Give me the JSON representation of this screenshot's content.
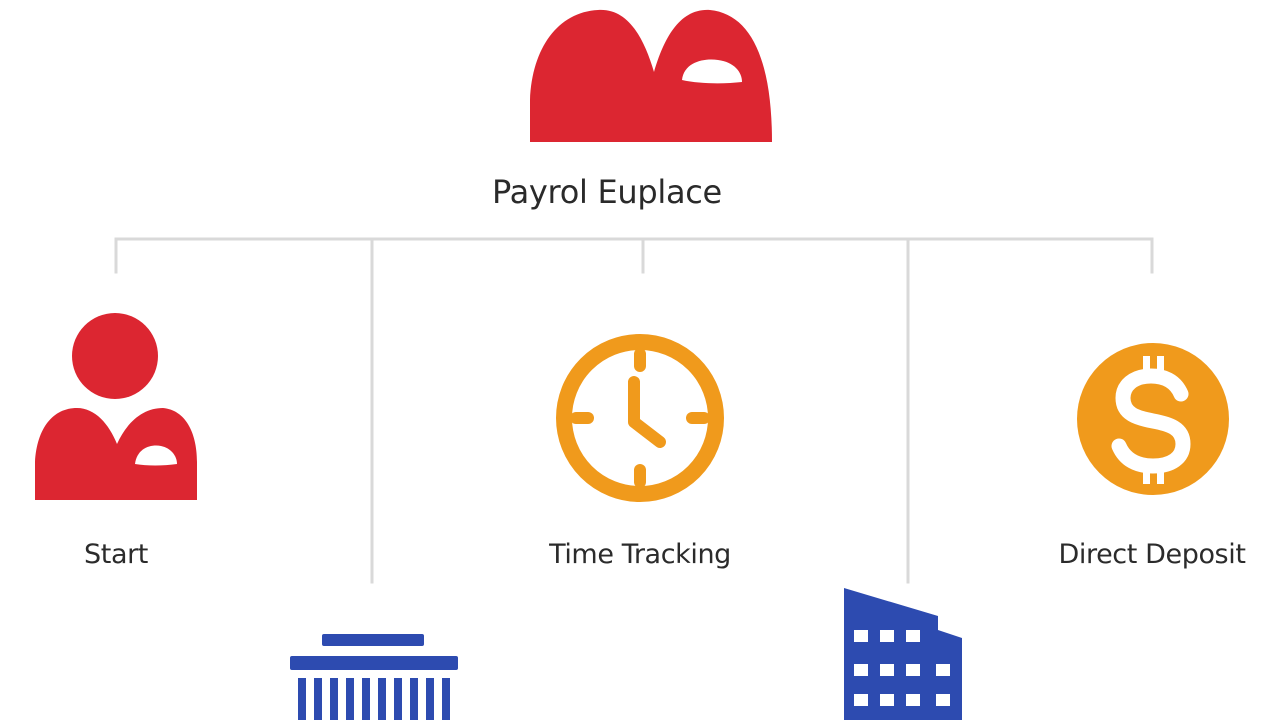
{
  "root": {
    "title": "Payrol Euplace",
    "logo_icon": "brand-mountain-logo"
  },
  "branches": [
    {
      "label": "Start",
      "icon": "person-icon"
    },
    {
      "label": "Time Tracking",
      "icon": "clock-icon"
    },
    {
      "label": "Direct Deposit",
      "icon": "dollar-coin-icon"
    }
  ],
  "bottom_icons": [
    {
      "icon": "bank-building-icon"
    },
    {
      "icon": "office-building-icon"
    }
  ],
  "colors": {
    "brand_red": "#dc2631",
    "accent_orange": "#f09a1c",
    "building_blue": "#2d4bb0",
    "connector_gray": "#d6d6d6",
    "text": "#2b2b2b"
  }
}
